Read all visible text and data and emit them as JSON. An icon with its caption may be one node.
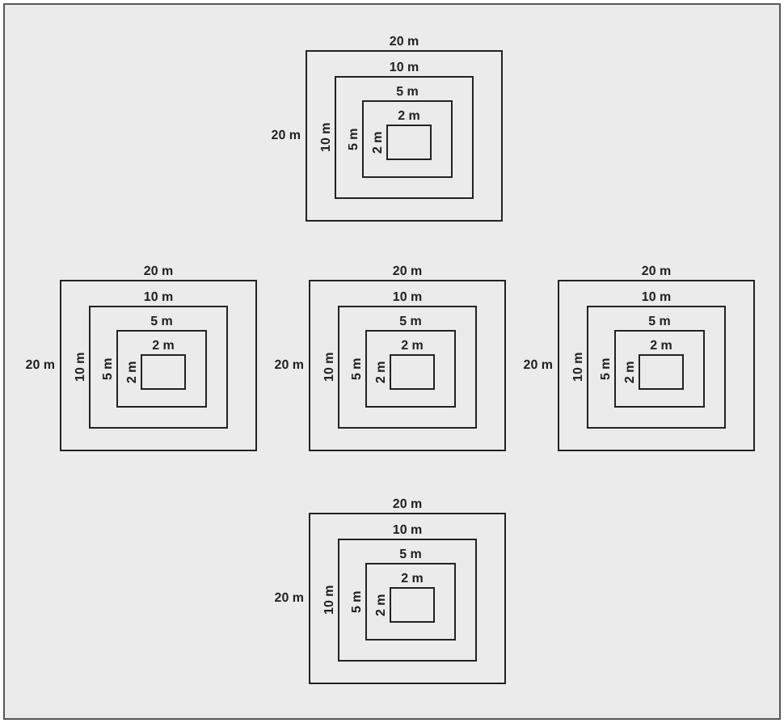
{
  "diagram": {
    "nodes": [
      {
        "text": [
          "20 m"
        ],
        "beside": [
          "20 m"
        ]
      },
      {
        "text": [
          "10 m"
        ],
        "beside": [
          "10 m"
        ],
        "in": 0
      },
      {
        "text": [
          "5 m"
        ],
        "beside": [
          "5 m"
        ],
        "in": 1
      },
      {
        "text": [
          "2 m"
        ],
        "beside": [
          "2 m"
        ],
        "in": 2
      },
      {
        "text": [
          "20 m"
        ],
        "beside": [
          "20 m"
        ]
      },
      {
        "text": [
          "10 m"
        ],
        "beside": [
          "10 m"
        ],
        "in": 4
      },
      {
        "text": [
          "5 m"
        ],
        "beside": [
          "5 m"
        ],
        "in": 5
      },
      {
        "text": [
          "2 m"
        ],
        "beside": [
          "2 m"
        ],
        "in": 6
      },
      {
        "text": [
          "20 m"
        ],
        "beside": [
          "20 m"
        ]
      },
      {
        "text": [
          "10 m"
        ],
        "beside": [
          "10 m"
        ],
        "in": 8
      },
      {
        "text": [
          "5 m"
        ],
        "beside": [
          "5 m"
        ],
        "in": 9
      },
      {
        "text": [
          "2 m"
        ],
        "beside": [
          "2 m"
        ],
        "in": 10
      },
      {
        "text": [
          "20 m"
        ],
        "beside": [
          "20 m"
        ]
      },
      {
        "text": [
          "10 m"
        ],
        "beside": [
          "10 m"
        ],
        "in": 12
      },
      {
        "text": [
          "5 m"
        ],
        "beside": [
          "5 m"
        ],
        "in": 13
      },
      {
        "text": [
          "2 m"
        ],
        "beside": [
          "2 m"
        ],
        "in": 14
      },
      {
        "text": [
          "20 m"
        ],
        "beside": [
          "20 m"
        ]
      },
      {
        "text": [
          "10 m"
        ],
        "beside": [
          "10 m"
        ],
        "in": 16
      },
      {
        "text": [
          "5 m"
        ],
        "beside": [
          "5 m"
        ],
        "in": 17
      },
      {
        "text": [
          "2 m"
        ],
        "beside": [
          "2 m"
        ],
        "in": 18
      }
    ]
  }
}
